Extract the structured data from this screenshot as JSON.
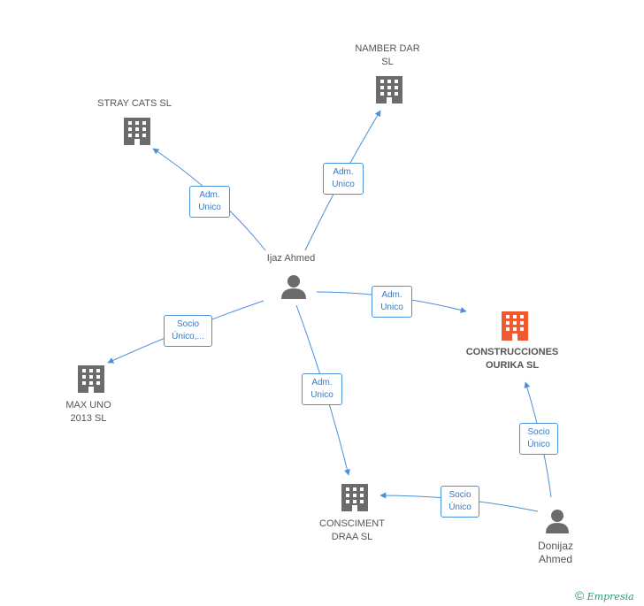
{
  "colors": {
    "edge": "#4a90d9",
    "icon": "#6b6b6b",
    "highlight": "#f15a2e",
    "label": "#555555"
  },
  "nodes": {
    "ijaz": {
      "name": "Ijaz Ahmed",
      "kind": "person"
    },
    "donijaz": {
      "line1": "Donijaz",
      "line2": "Ahmed",
      "kind": "person"
    },
    "stray": {
      "name": "STRAY CATS SL",
      "kind": "company"
    },
    "number": {
      "line1": "NAMBER DAR",
      "line2": "SL",
      "kind": "company"
    },
    "construcciones": {
      "line1": "CONSTRUCCIONES",
      "line2": "OURIKA SL",
      "kind": "company-main"
    },
    "maxuno": {
      "line1": "MAX UNO",
      "line2": "2013  SL",
      "kind": "company"
    },
    "consciment": {
      "line1": "CONSCIMENT",
      "line2": "DRAA SL",
      "kind": "company"
    }
  },
  "edges": {
    "stray": {
      "line1": "Adm.",
      "line2": "Unico"
    },
    "number": {
      "line1": "Adm.",
      "line2": "Unico"
    },
    "construcciones": {
      "line1": "Adm.",
      "line2": "Unico"
    },
    "maxuno": {
      "line1": "Socio",
      "line2": "Único,..."
    },
    "consciment": {
      "line1": "Adm.",
      "line2": "Unico"
    },
    "donijaz_construcciones": {
      "line1": "Socio",
      "line2": "Único"
    },
    "donijaz_consciment": {
      "line1": "Socio",
      "line2": "Único"
    }
  },
  "footer": {
    "copyright_symbol": "©",
    "brand": "Empresia"
  }
}
